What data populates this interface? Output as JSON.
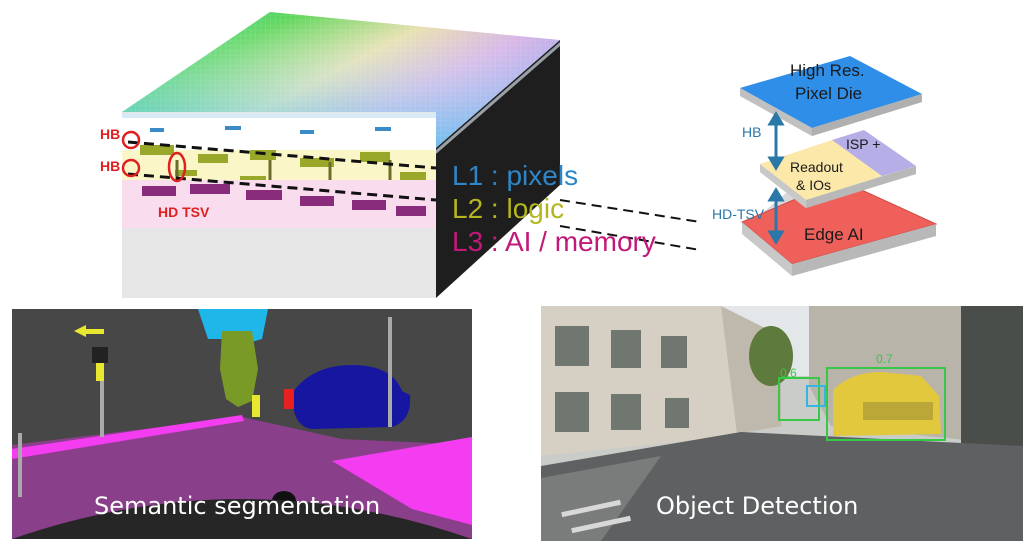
{
  "chip": {
    "hb_top": "HB",
    "hb_bottom": "HB",
    "hd_tsv": "HD TSV",
    "layers": [
      {
        "label": "L1 : pixels",
        "color": "#2e86c8"
      },
      {
        "label": "L2 : logic",
        "color": "#b4b61e"
      },
      {
        "label": "L3 : AI / memory",
        "color": "#c2187a"
      }
    ]
  },
  "stack": {
    "top_line1": "High Res.",
    "top_line2": "Pixel Die",
    "hb": "HB",
    "isp": "ISP +",
    "readout_line1": "Readout",
    "readout_line2": "& IOs",
    "hd_tsv": "HD-TSV",
    "edge_ai": "Edge AI"
  },
  "captions": {
    "segmentation": "Semantic segmentation",
    "detection": "Object Detection"
  },
  "detections": {
    "label_a": "0.6",
    "label_b": "0.7"
  }
}
